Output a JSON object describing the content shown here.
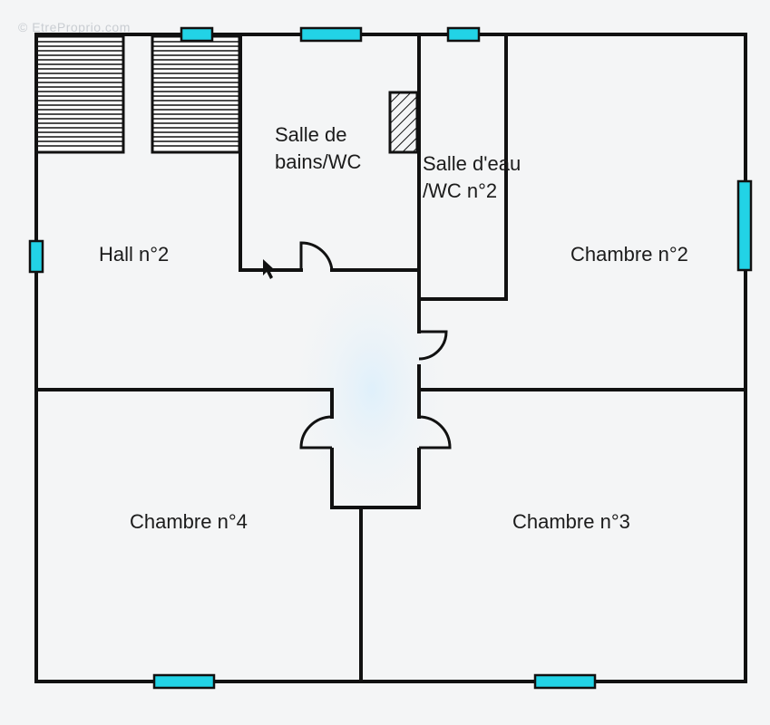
{
  "watermark": "© EtreProprio.com",
  "rooms": {
    "salle_de_bains": {
      "line1": "Salle de",
      "line2": "bains/WC"
    },
    "salle_d_eau": {
      "line1": "Salle d'eau",
      "line2": "/WC n°2"
    },
    "hall": "Hall n°2",
    "chambre_2": "Chambre n°2",
    "chambre_3": "Chambre n°3",
    "chambre_4": "Chambre n°4"
  },
  "colors": {
    "wall": "#111111",
    "window": "#22d3e6",
    "floor_highlight": "#e6f3fb",
    "background": "#f4f5f6"
  }
}
